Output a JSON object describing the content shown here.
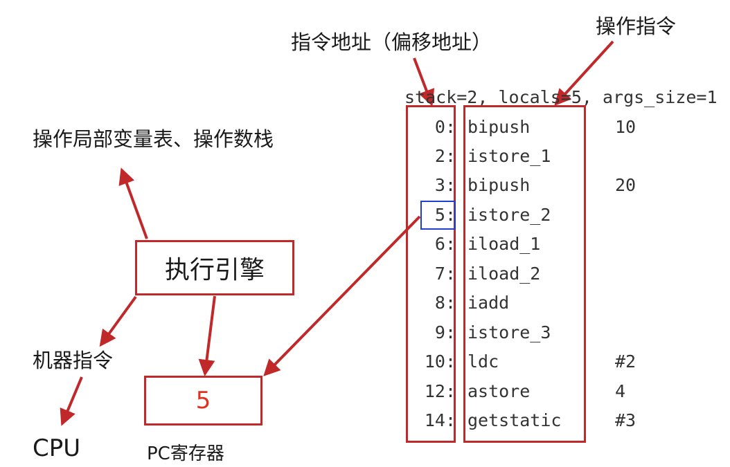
{
  "labels": {
    "instruction_address": "指令地址（偏移地址）",
    "operation_instruction": "操作指令",
    "locals_and_stack": "操作局部变量表、操作数栈",
    "execution_engine": "执行引擎",
    "machine_instruction": "机器指令",
    "cpu": "CPU",
    "pc_register": "PC寄存器"
  },
  "pc_value": "5",
  "bytecode": {
    "header": "stack=2, locals=5, args_size=1",
    "rows": [
      {
        "addr": "0:",
        "op": "bipush",
        "arg": "10"
      },
      {
        "addr": "2:",
        "op": "istore_1",
        "arg": ""
      },
      {
        "addr": "3:",
        "op": "bipush",
        "arg": "20"
      },
      {
        "addr": "5:",
        "op": "istore_2",
        "arg": ""
      },
      {
        "addr": "6:",
        "op": "iload_1",
        "arg": ""
      },
      {
        "addr": "7:",
        "op": "iload_2",
        "arg": ""
      },
      {
        "addr": "8:",
        "op": "iadd",
        "arg": ""
      },
      {
        "addr": "9:",
        "op": "istore_3",
        "arg": ""
      },
      {
        "addr": "10:",
        "op": "ldc",
        "arg": "#2"
      },
      {
        "addr": "12:",
        "op": "astore",
        "arg": "4"
      },
      {
        "addr": "14:",
        "op": "getstatic",
        "arg": "#3"
      }
    ],
    "current_addr": "5:"
  },
  "colors": {
    "arrow": "#c0282a",
    "box": "#c0282a",
    "highlight": "#1f3fd0",
    "pc_value": "#e03020"
  }
}
